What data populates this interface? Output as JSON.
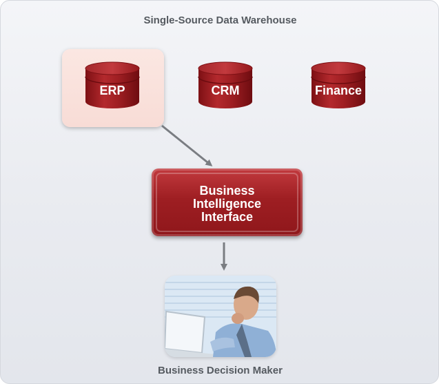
{
  "diagram": {
    "title": "Single-Source Data Warehouse",
    "sources": [
      {
        "label": "ERP",
        "highlighted": true
      },
      {
        "label": "CRM",
        "highlighted": false
      },
      {
        "label": "Finance",
        "highlighted": false
      }
    ],
    "interface": {
      "lines": [
        "Business",
        "Intelligence",
        "Interface"
      ]
    },
    "consumer": {
      "label": "Business Decision Maker",
      "image": "businessman-at-laptop-photo"
    },
    "colors": {
      "database_red": "#9e1e22",
      "highlight_pink": "#f8dcd6",
      "text_gray": "#555a60",
      "arrow_gray": "#7a7d82"
    }
  }
}
